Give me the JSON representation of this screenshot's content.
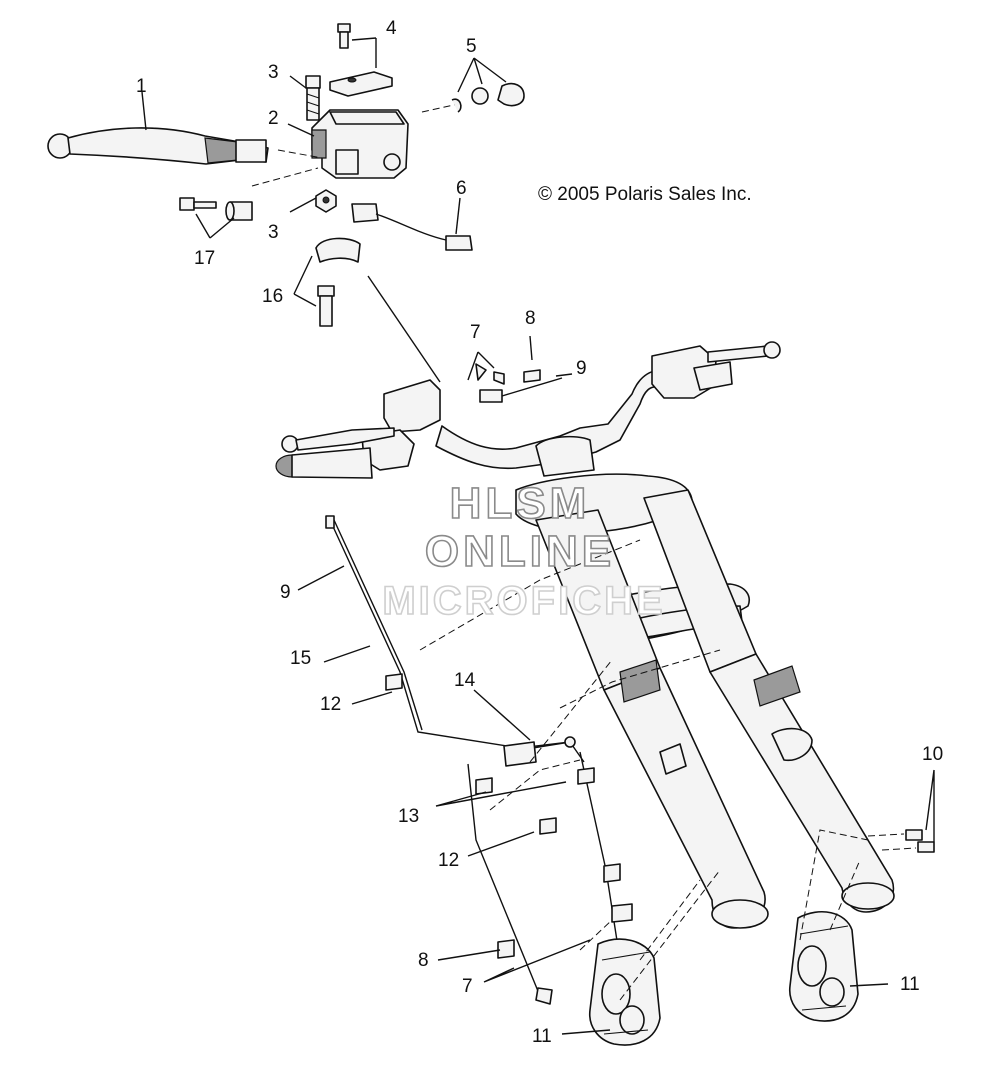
{
  "copyright": "© 2005 Polaris Sales Inc.",
  "watermark": {
    "line1": "HLSM",
    "line2": "ONLINE",
    "line3": "MICROFICHE"
  },
  "callouts": [
    {
      "id": "c1",
      "label": "1"
    },
    {
      "id": "c2",
      "label": "2"
    },
    {
      "id": "c3a",
      "label": "3"
    },
    {
      "id": "c3b",
      "label": "3"
    },
    {
      "id": "c4",
      "label": "4"
    },
    {
      "id": "c5",
      "label": "5"
    },
    {
      "id": "c6",
      "label": "6"
    },
    {
      "id": "c7a",
      "label": "7"
    },
    {
      "id": "c7b",
      "label": "7"
    },
    {
      "id": "c8a",
      "label": "8"
    },
    {
      "id": "c8b",
      "label": "8"
    },
    {
      "id": "c9a",
      "label": "9"
    },
    {
      "id": "c9b",
      "label": "9"
    },
    {
      "id": "c10",
      "label": "10"
    },
    {
      "id": "c11a",
      "label": "11"
    },
    {
      "id": "c11b",
      "label": "11"
    },
    {
      "id": "c12a",
      "label": "12"
    },
    {
      "id": "c12b",
      "label": "12"
    },
    {
      "id": "c13",
      "label": "13"
    },
    {
      "id": "c14",
      "label": "14"
    },
    {
      "id": "c15",
      "label": "15"
    },
    {
      "id": "c16",
      "label": "16"
    },
    {
      "id": "c17",
      "label": "17"
    }
  ]
}
